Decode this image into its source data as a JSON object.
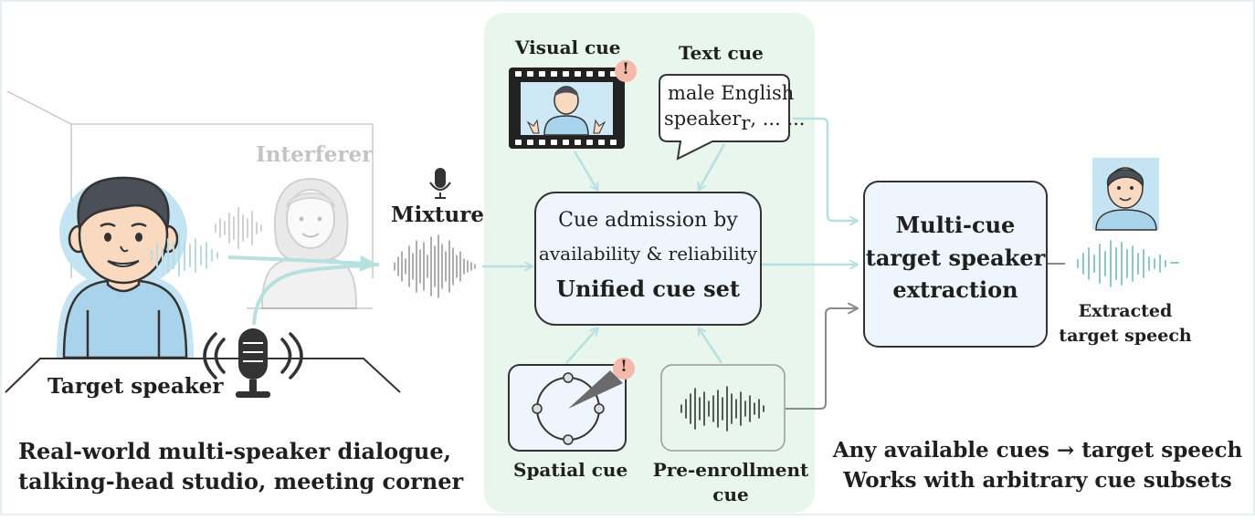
{
  "scene": {
    "interferer_label": "Interferer",
    "mixture_label": "Mixture",
    "target_speaker_label": "Target speaker",
    "caption_line1": "Real-world multi-speaker dialogue,",
    "caption_line2": "talking-head studio, meeting corner"
  },
  "cues": {
    "visual_cue_label": "Visual cue",
    "text_cue_label": "Text cue",
    "text_cue_content_line1": "male English",
    "text_cue_content_line2": "speaker",
    "text_cue_content_subscript": "r",
    "text_cue_content_tail": ", ... ...",
    "spatial_cue_label": "Spatial cue",
    "preenrollment_label_line1": "Pre-enrollment",
    "preenrollment_label_line2": "cue",
    "warning_symbol": "!"
  },
  "admission": {
    "line1": "Cue admission by",
    "line2": "availability & reliability",
    "line3": "Unified cue set"
  },
  "extraction": {
    "line1": "Multi-cue",
    "line2": "target speaker",
    "line3": "extraction",
    "output_label_line1": "Extracted",
    "output_label_line2": "target speech",
    "caption_line1": "Any available cues → target speech",
    "caption_line2": "Works with arbitrary cue subsets"
  },
  "colors": {
    "panel_green": "#e8f6ee",
    "box_blue": "#eef5fc",
    "arrow_teal": "#b7e0e0",
    "arrow_gray": "#8a8a8a",
    "warning_fill": "#f4b9a8",
    "skin": "#f9d9bf",
    "shirt_blue": "#a9d3ea",
    "halo_blue": "#c5e4f3"
  }
}
